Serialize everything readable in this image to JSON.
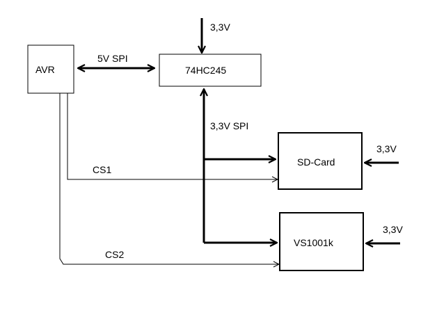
{
  "blocks": {
    "avr": "AVR",
    "buffer": "74HC245",
    "sdcard": "SD-Card",
    "vs1001k": "VS1001k"
  },
  "labels": {
    "spi_5v": "5V SPI",
    "spi_33v": "3,3V SPI",
    "cs1": "CS1",
    "cs2": "CS2",
    "vcc_buffer": "3,3V",
    "vcc_sdcard": "3,3V",
    "vcc_vs1001k": "3,3V"
  }
}
